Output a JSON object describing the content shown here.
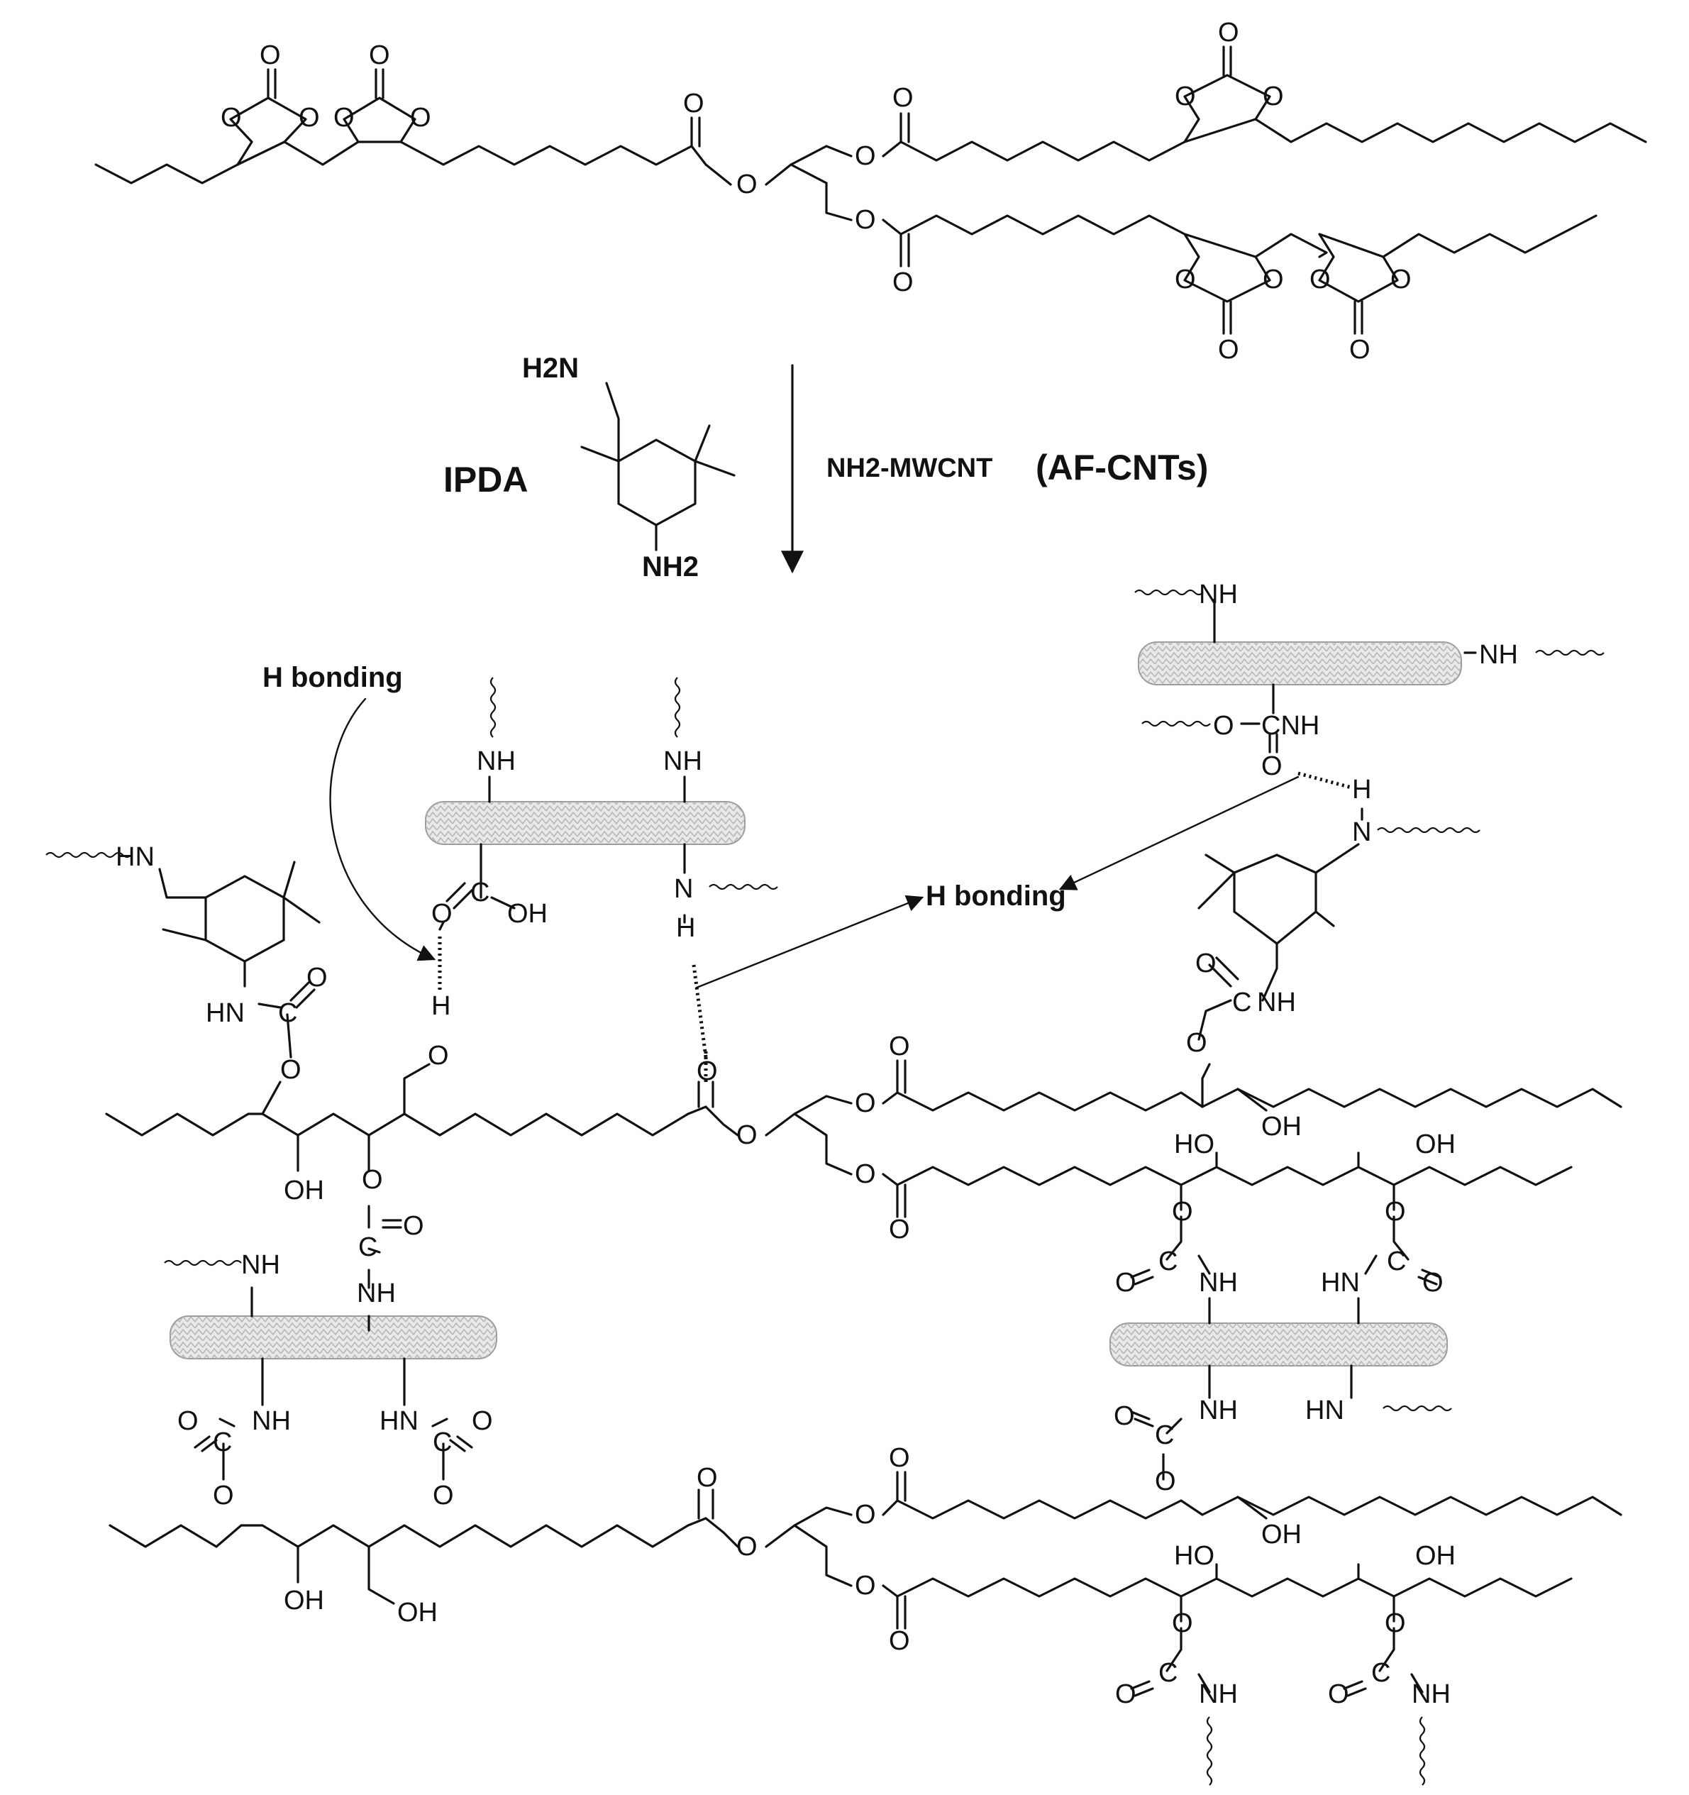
{
  "reagents": {
    "ipda_label": "IPDA",
    "ipda_amine_top": "H2N",
    "ipda_amine_bottom": "NH2",
    "cnt_reagent": "NH2-MWCNT",
    "cnt_abbrev": "(AF-CNTs)"
  },
  "annotations": {
    "h_bonding_left": "H bonding",
    "h_bonding_right": "H bonding"
  },
  "atoms": {
    "O": "O",
    "OH": "OH",
    "HO": "HO",
    "NH": "NH",
    "HN": "HN",
    "N": "N",
    "H": "H",
    "C": "C",
    "CNH": "CNH"
  },
  "colors": {
    "ink": "#111111",
    "nanotube_fill": "#e9e9e9",
    "nanotube_stroke": "#9a9a9a"
  },
  "icons": [
    "reaction-arrow",
    "nanotube-graphic",
    "hydrogen-bond-dashes",
    "wavy-polymer-bond"
  ]
}
